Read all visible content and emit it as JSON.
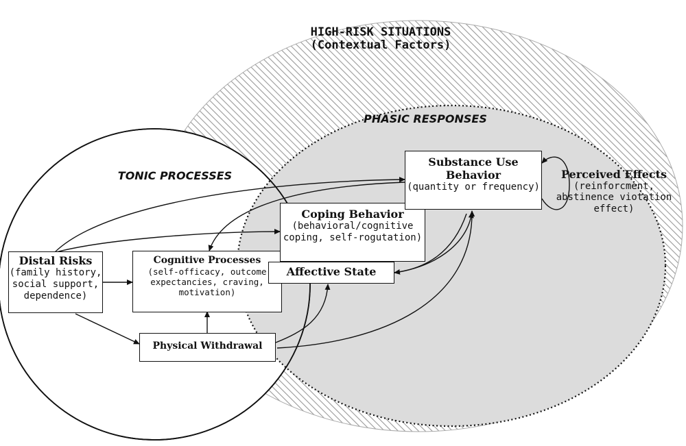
{
  "regions": {
    "high_risk": {
      "title": "HIGH-RISK SITUATIONS",
      "subtitle": "(Contextual Factors)"
    },
    "phasic": {
      "label": "PHASIC RESPONSES"
    },
    "tonic": {
      "label": "TONIC PROCESSES"
    }
  },
  "nodes": {
    "distal_risks": {
      "title": "Distal Risks",
      "sub": "(family history, social support, dependence)"
    },
    "cognitive_processes": {
      "title": "Cognitive Processes",
      "sub": "(self-officacy, outcome expectancies, craving, motivation)"
    },
    "physical_withdrawal": {
      "title": "Physical Withdrawal"
    },
    "affective_state": {
      "title": "Affective State"
    },
    "coping_behavior": {
      "title": "Coping Behavior",
      "sub": "(behavioral/cognitive coping, self-rogutation)"
    },
    "substance_use": {
      "title": "Substance Use Behavior",
      "sub": "(quantity or frequency)"
    },
    "perceived_effects": {
      "title": "Perceived Effects",
      "sub": "(reinforcment, abstinence viotation effect)"
    }
  },
  "colors": {
    "phasic_fill": "#dcdcdc",
    "hatch": "#9a9a9a",
    "ink": "#111111"
  }
}
